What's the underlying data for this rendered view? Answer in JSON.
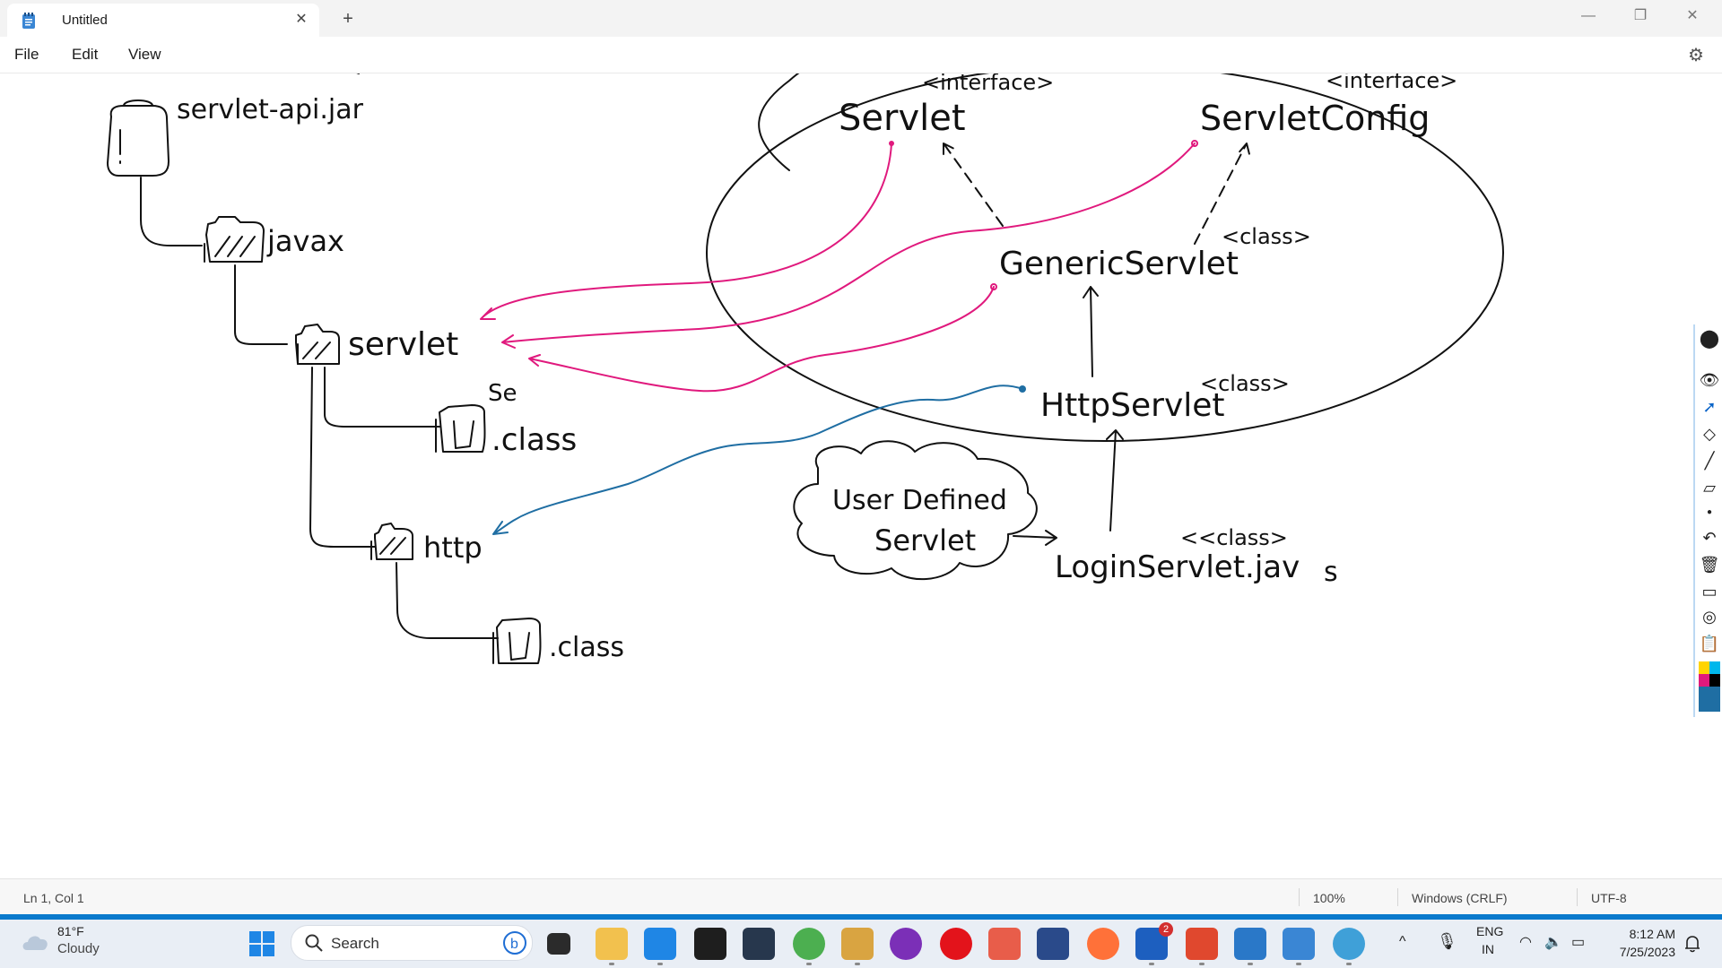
{
  "window": {
    "tab_title": "Untitled",
    "tab_close": "✕",
    "new_tab": "+",
    "minimize": "—",
    "maximize": "❐",
    "close": "✕"
  },
  "menu": {
    "items": [
      "File",
      "Edit",
      "View"
    ]
  },
  "drawing": {
    "labels": {
      "jar": "servlet-api.jar",
      "javax": "javax",
      "servlet_pkg": "servlet",
      "se": "Se",
      "class1": ".class",
      "http": "http",
      "class2": ".class",
      "iface1": "<interface>",
      "servlet_iface": "Servlet",
      "iface2": "<interface>",
      "servletconfig": "ServletConfig",
      "class_gs": "<class>",
      "genericservlet": "GenericServlet",
      "class_hs": "<class>",
      "httpservlet": "HttpServlet",
      "user_defined_1": "User Defined",
      "user_defined_2": "Servlet",
      "class_ls": "<<class>",
      "loginservlet": "LoginServlet.jav",
      "loginservlet_end": "s"
    },
    "colors": {
      "ink": "#111111",
      "pink": "#e0197d",
      "blue": "#1f6ea3"
    }
  },
  "status": {
    "position": "Ln 1, Col 1",
    "zoom": "100%",
    "line_ending": "Windows (CRLF)",
    "encoding": "UTF-8"
  },
  "taskbar": {
    "weather_temp": "81°F",
    "weather_cond": "Cloudy",
    "search_placeholder": "Search",
    "language": "ENG",
    "region": "IN",
    "time": "8:12 AM",
    "date": "7/25/2023",
    "word_badge": "2",
    "apps": [
      "file-manager",
      "vscode",
      "terminal",
      "mysql",
      "chrome",
      "brush",
      "mask",
      "opera",
      "eraser",
      "fan",
      "firefox",
      "word",
      "app-red",
      "paint",
      "notepad",
      "globe"
    ]
  }
}
